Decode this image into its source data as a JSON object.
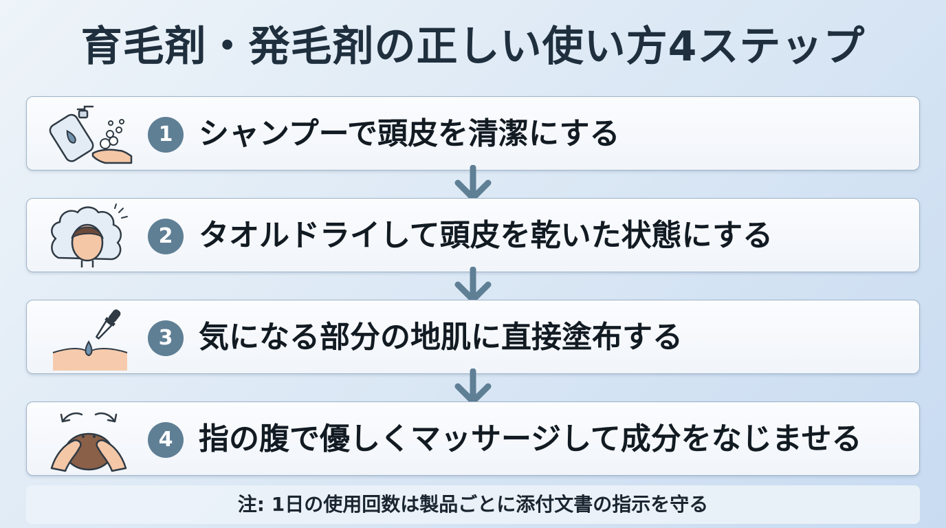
{
  "title": "育毛剤・発毛剤の正しい使い方4ステップ",
  "steps": [
    {
      "number": "1",
      "text": "シャンプーで頭皮を清潔にする",
      "icon": "shampoo-icon"
    },
    {
      "number": "2",
      "text": "タオルドライして頭皮を乾いた状態にする",
      "icon": "towel-dry-icon"
    },
    {
      "number": "3",
      "text": "気になる部分の地肌に直接塗布する",
      "icon": "dropper-icon"
    },
    {
      "number": "4",
      "text": "指の腹で優しくマッサージして成分をなじませる",
      "icon": "scalp-massage-icon"
    }
  ],
  "note": "注: 1日の使用回数は製品ごとに添付文書の指示を守る",
  "colors": {
    "number_badge": "#5f7f95",
    "arrow": "#5f7f95",
    "card_border": "#9fb4c8",
    "title": "#1f2f3d"
  }
}
